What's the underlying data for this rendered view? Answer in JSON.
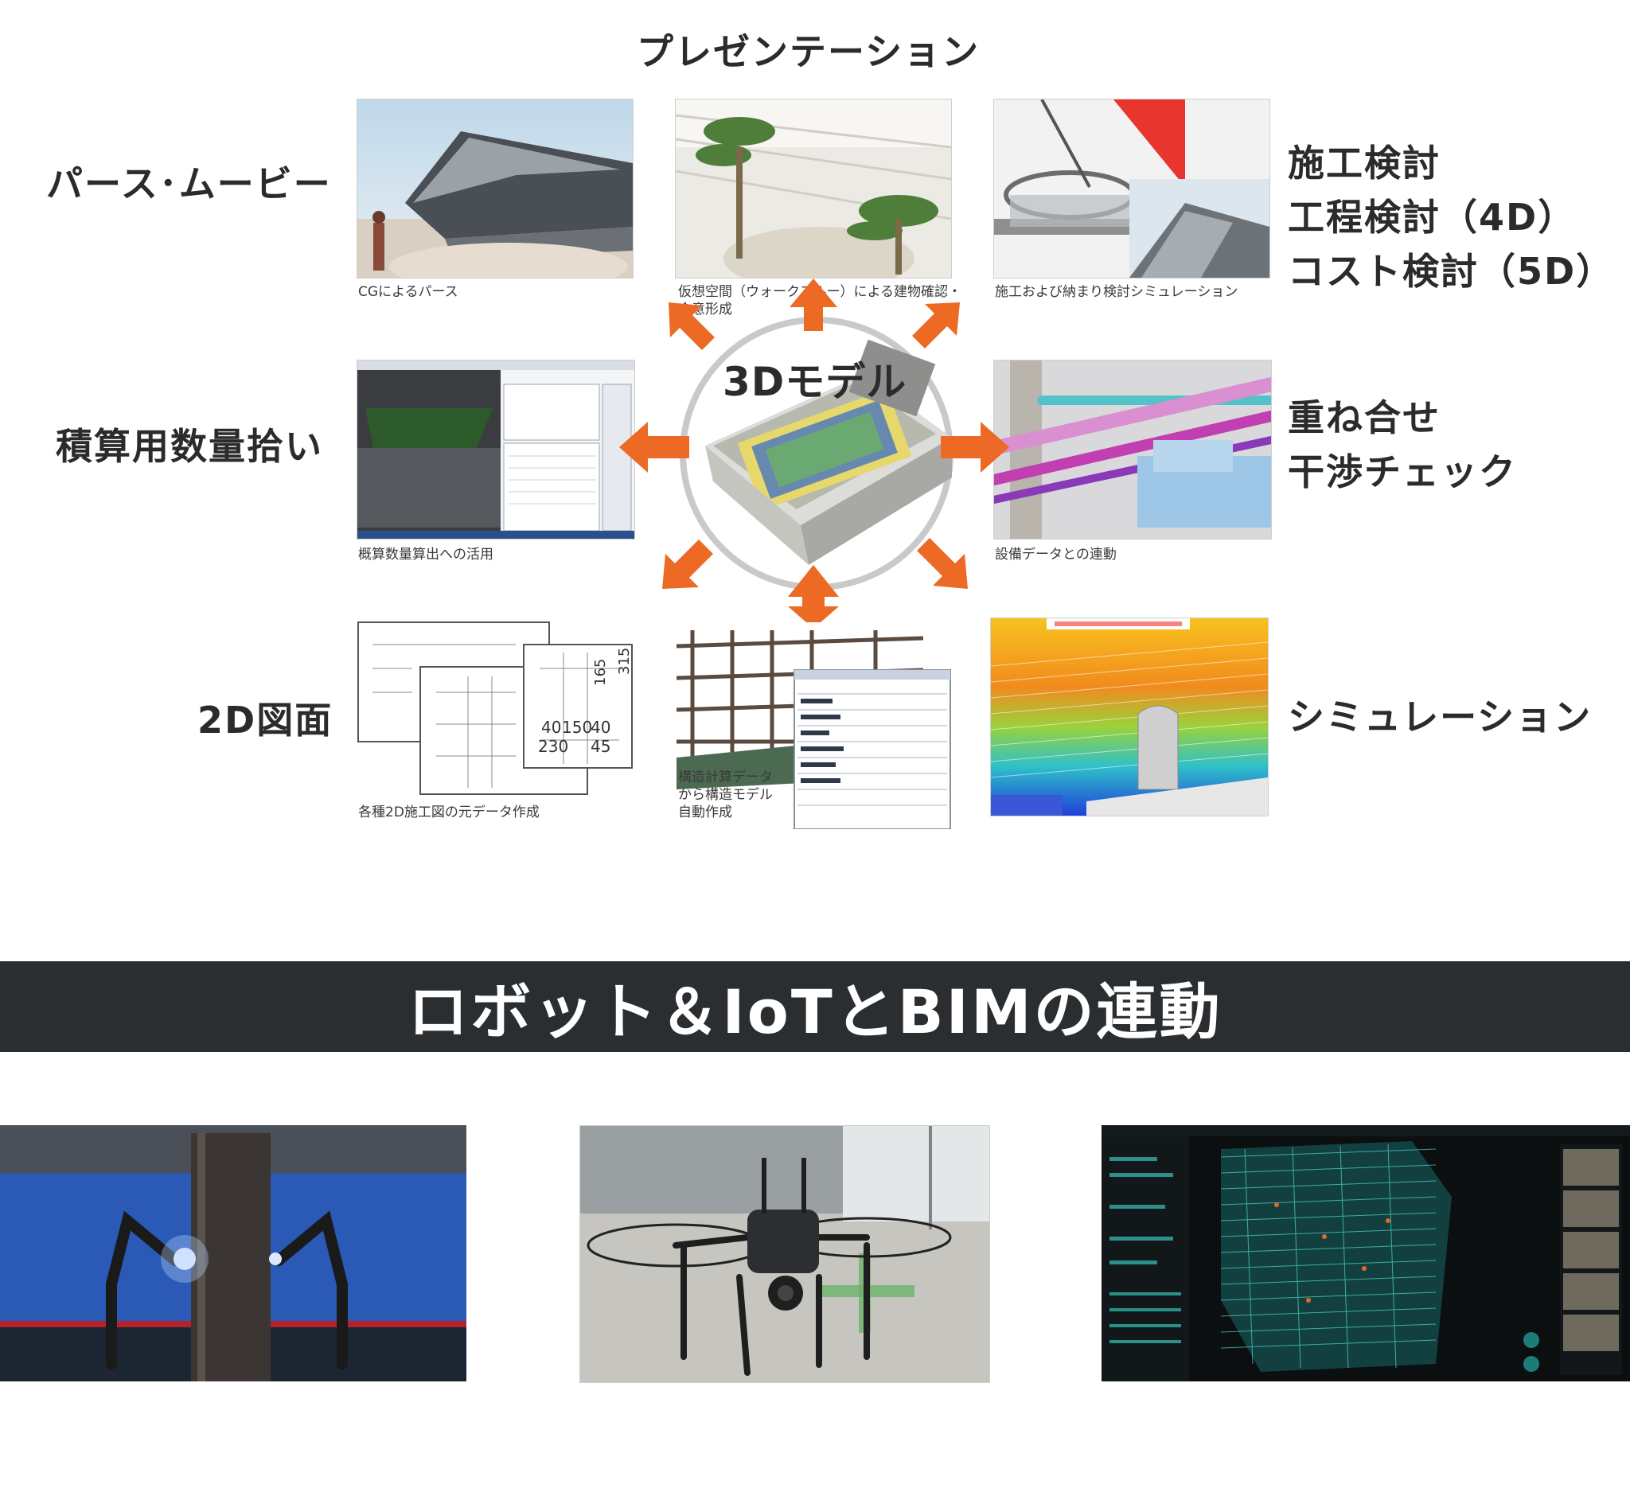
{
  "labels": {
    "presentation": "プレゼンテーション",
    "pers_movie": "パース･ムービー",
    "sekisan": "積算用数量拾い",
    "zumen_2d": "2D図面",
    "sekou_1": "施工検討",
    "sekou_2": "工程検討（4D）",
    "sekou_3": "コスト検討（5D）",
    "kasane_1": "重ね合せ",
    "kasane_2": "干渉チェック",
    "simulation": "シミュレーション"
  },
  "center": {
    "label": "3Dモデル"
  },
  "captions": {
    "cg_pers": "CGによるパース",
    "walkthrough": "仮想空間（ウォークスルー）による建物確認・\n合意形成",
    "sekou_sim": "施工および納まり検討シミュレーション",
    "gaisan": "概算数量算出への活用",
    "setsubi": "設備データとの連動",
    "zumen_2d": "各種2D施工図の元データ作成",
    "kouzou": "構造計算データ\nから構造モデル\n自動作成"
  },
  "drawing_numbers": {
    "n40a": "40",
    "n150": "150",
    "n40b": "40",
    "n230": "230",
    "n45": "45",
    "n165": "165",
    "n315": "315"
  },
  "banner": {
    "title": "ロボット＆IoTとBIMの連動"
  },
  "colors": {
    "arrow": "#ec6a24",
    "banner_bg": "#2b2e31",
    "banner_text": "#ffffff"
  },
  "icons": {
    "arrows": "orange-double-arrow-icons"
  }
}
